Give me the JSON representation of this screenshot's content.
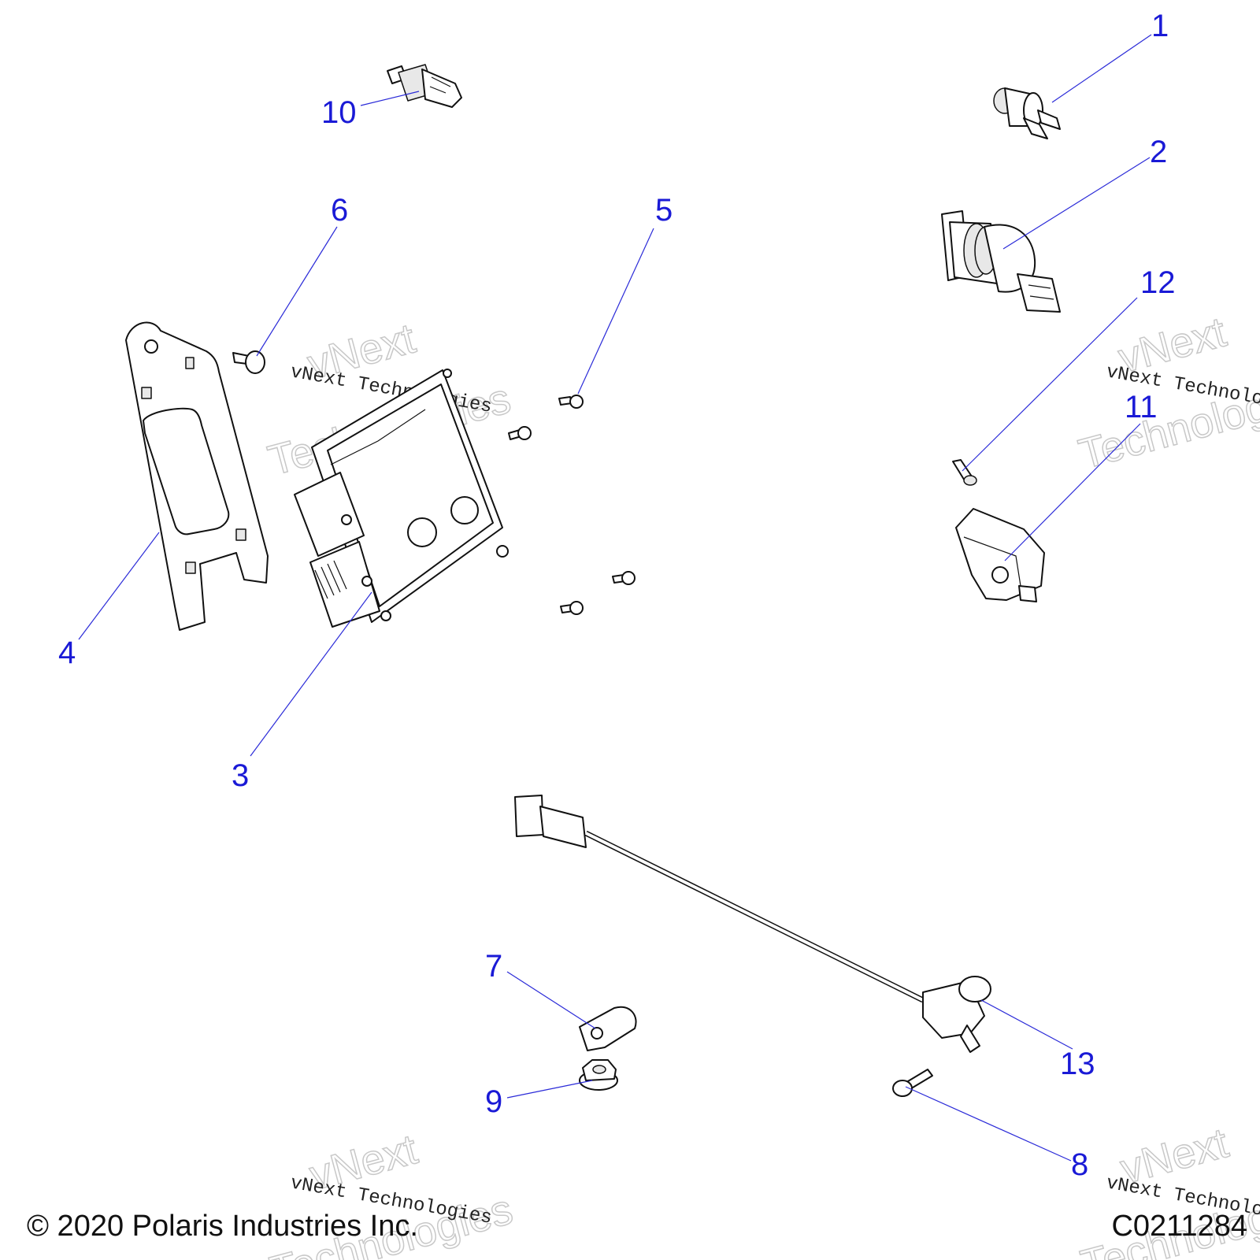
{
  "callouts": [
    "1",
    "2",
    "3",
    "4",
    "5",
    "6",
    "7",
    "8",
    "9",
    "10",
    "11",
    "12",
    "13"
  ],
  "watermark": {
    "text_big_line1": "vNext",
    "text_big_line2": "Technologies",
    "text_small": "vNext Technologies"
  },
  "footer": {
    "copyright": "© 2020 Polaris Industries Inc.",
    "drawing_code": "C0211284"
  },
  "colors": {
    "callout": "#1a1ad6",
    "line": "#111111",
    "watermark": "#c8c8c8"
  }
}
